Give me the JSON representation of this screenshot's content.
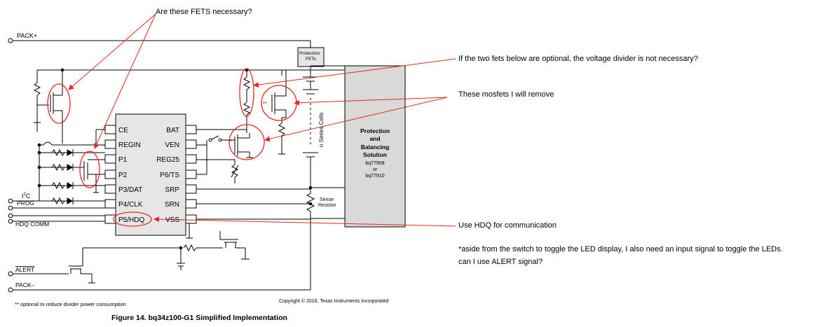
{
  "annotations": {
    "fets_question": "Are these FETS necessary?",
    "divider_question": "If the two fets below are optional, the voltage divider is not necessary?",
    "mosfet_remove": "These mosfets I will remove",
    "hdq_note": "Use HDQ for communication",
    "led_note_line1": "*aside from the switch to toggle the LED display, I also need an input signal to toggle the LEDs.",
    "led_note_line2": "can I use ALERT signal?"
  },
  "schematic": {
    "pack_plus": "PACK+",
    "pack_minus": "PACK–",
    "i2c": "I",
    "i2c_sup": "2",
    "i2c_c": "C",
    "prog": "PROG",
    "hdq_comm": "HDQ COMM",
    "alert": "ALERT",
    "protection_fets_1": "Protection",
    "protection_fets_2": "FETs",
    "n_series_cells": "n Series Cells",
    "sense_resistor_1": "Sense",
    "sense_resistor_2": "Resistor",
    "pbs_1": "Protection",
    "pbs_2": "and",
    "pbs_3": "Balancing",
    "pbs_4": "Solution",
    "pbs_5": "bq77908",
    "pbs_6": "or",
    "pbs_7": "bq77910",
    "double_star_1": "**",
    "double_star_2": "**",
    "ic_pins_left": [
      "CE",
      "REGIN",
      "P1",
      "P2",
      "P3/DAT",
      "P4/CLK",
      "P5/HDQ"
    ],
    "ic_pins_right": [
      "BAT",
      "VEN",
      "REG25",
      "P6/TS",
      "SRP",
      "SRN",
      "VSS"
    ],
    "footnote": "** optional to reduce divider power consumption",
    "copyright": "Copyright © 2016, Texas Instruments Incorporated",
    "caption": "Figure 14.  bq34z100-G1 Simplified Implementation"
  },
  "colors": {
    "annotation_red": "#e8261f",
    "ic_fill": "#e6e6e6",
    "block_fill": "#d9d9d9"
  }
}
